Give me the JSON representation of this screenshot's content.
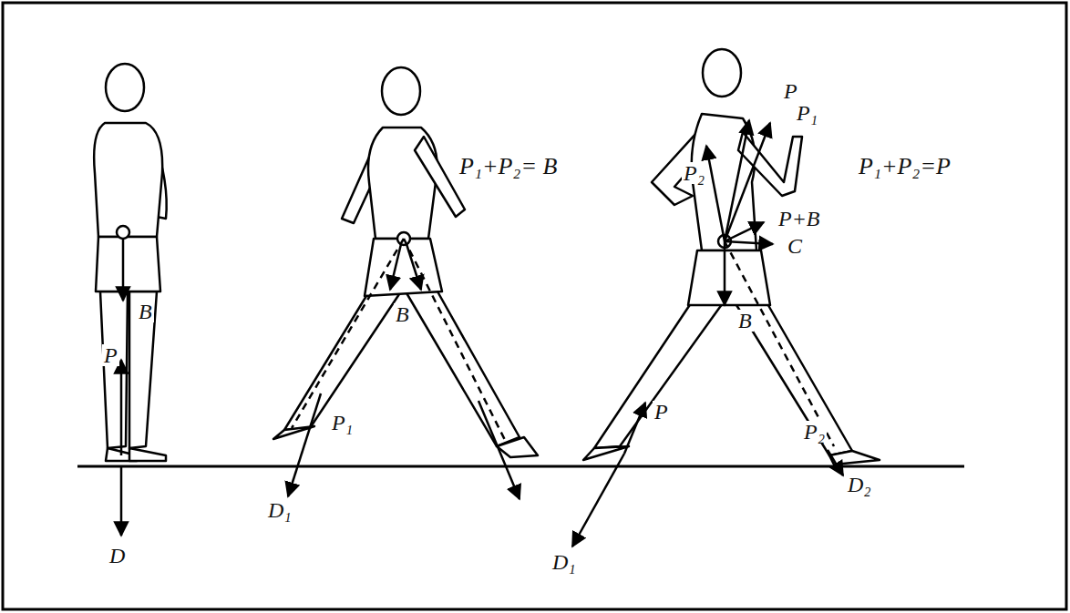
{
  "diagram": {
    "labels": [
      "B",
      "P",
      "D",
      "P₁+P₂= B",
      "B",
      "P₁",
      "D₁",
      "P",
      "P₁",
      "P₁+P₂=P",
      "P₂",
      "P+B",
      "C",
      "B",
      "P",
      "P₂",
      "D₁",
      "D₂"
    ]
  }
}
